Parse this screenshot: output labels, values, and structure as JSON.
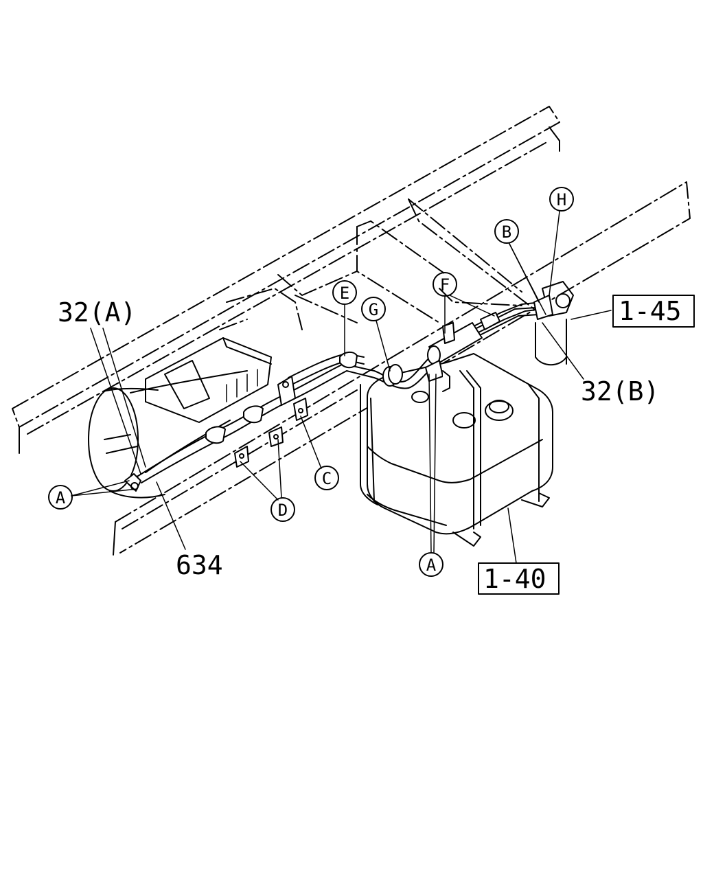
{
  "callouts": {
    "A": "A",
    "B": "B",
    "C": "C",
    "D": "D",
    "E": "E",
    "F": "F",
    "G": "G",
    "H": "H"
  },
  "part_labels": {
    "pipe_32a": "32(A)",
    "pipe_32b": "32(B)",
    "pipe_634": "634"
  },
  "ref_boxes": {
    "ref_1_45": "1-45",
    "ref_1_40": "1-40"
  }
}
